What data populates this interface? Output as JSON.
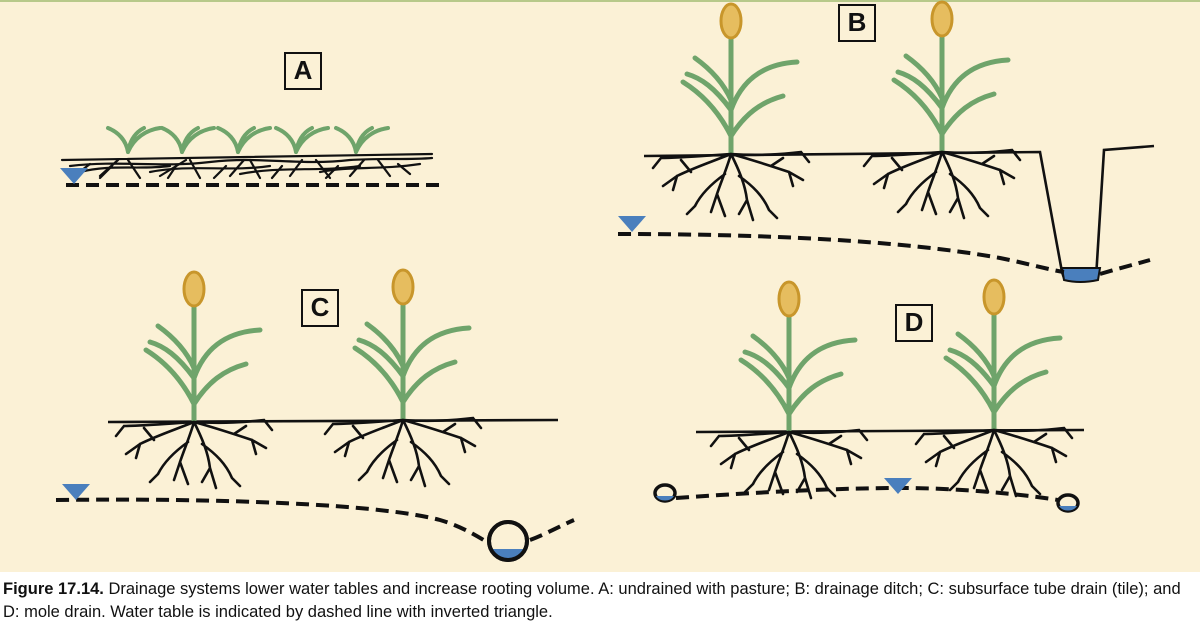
{
  "labels": {
    "a": "A",
    "b": "B",
    "c": "C",
    "d": "D"
  },
  "caption": {
    "lead": "Figure 17.14.",
    "text": " Drainage systems lower water tables and increase rooting volume. A: undrained with pasture; B: drainage ditch; C: subsurface tube drain (tile); and D: mole drain. Water table is indicated by dashed line with inverted triangle."
  },
  "colors": {
    "background": "#fbf1d6",
    "plant_stem": "#6fa46b",
    "seed_head_fill": "#e6bd5f",
    "seed_head_stroke": "#c8962b",
    "water": "#4a7fbd",
    "ink": "#111111"
  },
  "icons": {
    "water_table_marker": "inverted-triangle-icon",
    "plant": "grass-plant-icon",
    "tile_drain": "tube-drain-icon",
    "mole_drain": "mole-drain-icon"
  }
}
